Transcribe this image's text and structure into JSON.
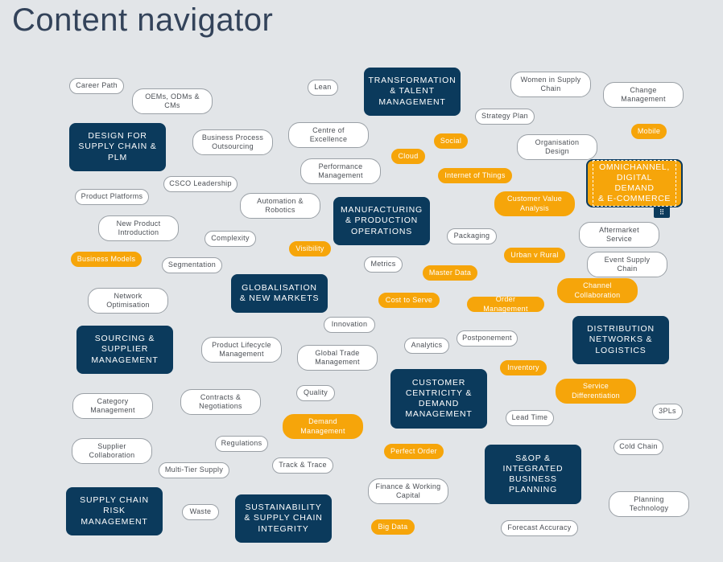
{
  "page": {
    "title": "Content navigator"
  },
  "main_topics": [
    "TRANSFORMATION\n& TALENT\nMANAGEMENT",
    "DESIGN FOR\nSUPPLY CHAIN &\nPLM",
    "OMNICHANNEL,\nDIGITAL DEMAND\n& E-COMMERCE",
    "MANUFACTURING\n& PRODUCTION\nOPERATIONS",
    "GLOBALISATION\n& NEW MARKETS",
    "SOURCING &\nSUPPLIER\nMANAGEMENT",
    "DISTRIBUTION\nNETWORKS &\nLOGISTICS",
    "CUSTOMER\nCENTRICITY &\nDEMAND\nMANAGEMENT",
    "S&OP &\nINTEGRATED\nBUSINESS\nPLANNING",
    "SUPPLY CHAIN\nRISK\nMANAGEMENT",
    "SUSTAINABILITY\n& SUPPLY CHAIN\nINTEGRITY"
  ],
  "tags": [
    "Career Path",
    "OEMs, ODMs &\nCMs",
    "Lean",
    "Women in Supply\nChain",
    "Change\nManagement",
    "Strategy Plan",
    "Business Process\nOutsourcing",
    "Centre of\nExcellence",
    "Organisation\nDesign",
    "Performance\nManagement",
    "CSCO Leadership",
    "Product Platforms",
    "Automation &\nRobotics",
    "New Product\nIntroduction",
    "Complexity",
    "Packaging",
    "Aftermarket\nService",
    "Segmentation",
    "Metrics",
    "Event Supply\nChain",
    "Network\nOptimisation",
    "Innovation",
    "Product Lifecycle\nManagement",
    "Global Trade\nManagement",
    "Analytics",
    "Postponement",
    "Category\nManagement",
    "Contracts &\nNegotiations",
    "Quality",
    "Lead Time",
    "3PLs",
    "Supplier\nCollaboration",
    "Regulations",
    "Track & Trace",
    "Cold Chain",
    "Multi-Tier Supply",
    "Finance & Working\nCapital",
    "Planning\nTechnology",
    "Waste",
    "Forecast Accuracy"
  ],
  "highlighted_tags": [
    "Social",
    "Mobile",
    "Cloud",
    "Internet of Things",
    "Customer Value\nAnalysis",
    "Visibility",
    "Business Models",
    "Urban v Rural",
    "Master Data",
    "Channel\nCollaboration",
    "Cost to Serve",
    "Order Management",
    "Inventory",
    "Service\nDifferentiation",
    "Demand\nManagement",
    "Perfect Order",
    "Big Data"
  ],
  "colors": {
    "navy": "#0b3a5c",
    "orange": "#f6a50a",
    "background": "#e2e5e8"
  },
  "icons": {
    "drag_handle": "move-handle-icon"
  }
}
